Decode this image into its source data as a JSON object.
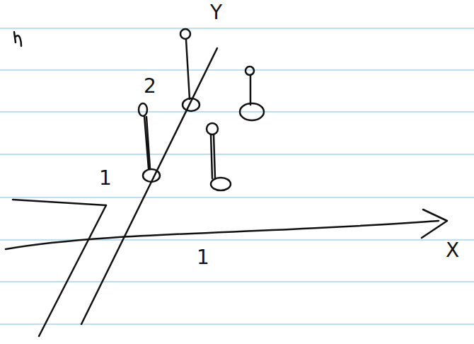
{
  "diagram": {
    "labels": [
      "Y",
      "2",
      "1",
      "1",
      "X"
    ]
  }
}
